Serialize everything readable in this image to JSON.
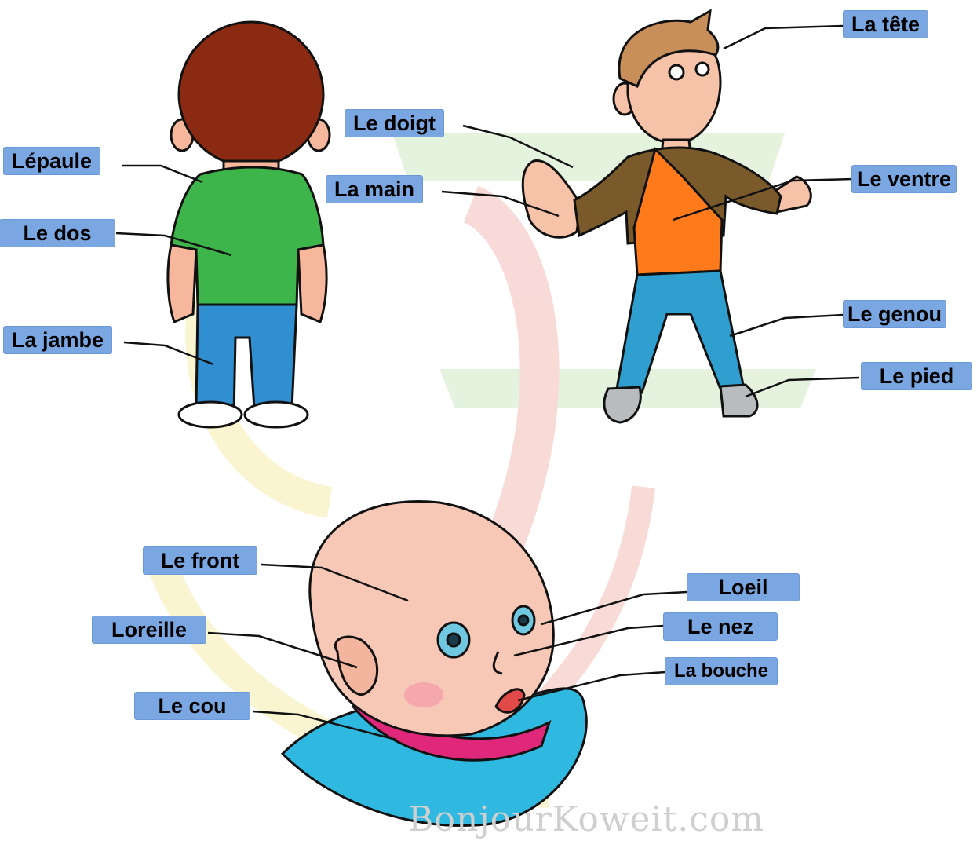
{
  "labels": {
    "tete": "La tête",
    "doigt": "Le doigt",
    "epaule": "Lépaule",
    "main": "La main",
    "ventre": "Le ventre",
    "dos": "Le dos",
    "genou": "Le genou",
    "jambe": "La jambe",
    "pied": "Le pied",
    "front": "Le front",
    "oeil": "Loeil",
    "oreille": "Loreille",
    "nez": "Le nez",
    "bouche": "La bouche",
    "cou": "Le cou"
  },
  "watermark": "BonjourKoweit.com",
  "colors": {
    "label_bg": "#7aa6e2",
    "shirt_green": "#3db54a",
    "jeans_blue": "#2f8fd0",
    "hair_brown": "#8a2a12",
    "jacket_brown": "#7a5a2a",
    "vest_orange": "#ff7a1a",
    "skin": "#f6c2a8",
    "baby_collar_pink": "#e0287a",
    "baby_blanket_blue": "#2fb8e0"
  }
}
